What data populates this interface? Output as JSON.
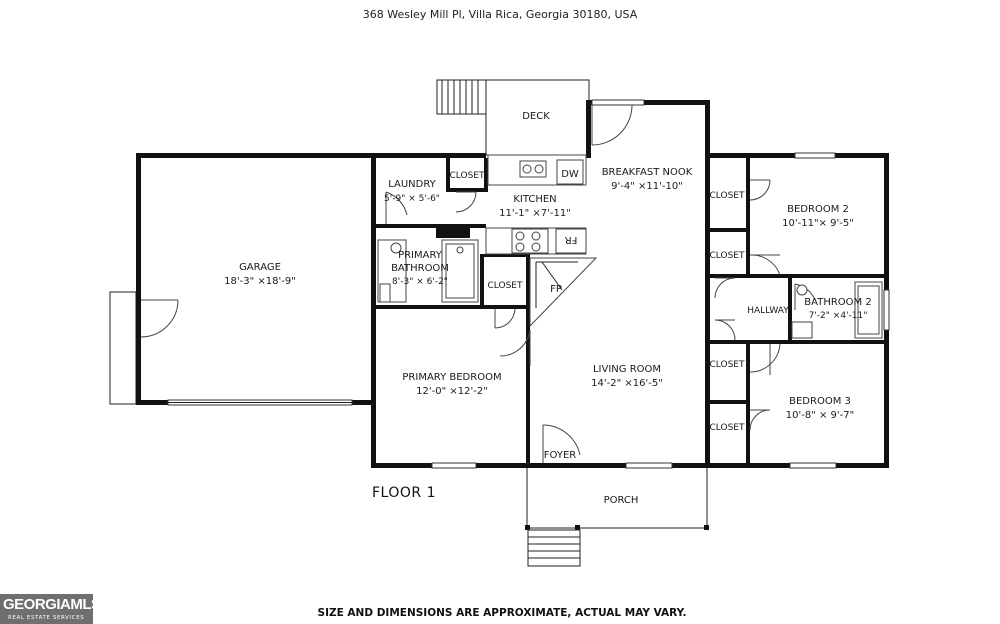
{
  "header": {
    "address": "368 Wesley Mill Pl, Villa Rica, Georgia 30180, USA"
  },
  "rooms": {
    "deck": {
      "name": "DECK"
    },
    "garage": {
      "name": "GARAGE",
      "dims": "18'-3\" ×18'-9\""
    },
    "laundry": {
      "name": "LAUNDRY",
      "dims": "5'-9\" × 5'-6\""
    },
    "closet_laundry": {
      "name": "CLOSET"
    },
    "kitchen": {
      "name": "KITCHEN",
      "dims": "11'-1\" ×7'-11\""
    },
    "breakfast_nook": {
      "name": "BREAKFAST NOOK",
      "dims": "9'-4\" ×11'-10\""
    },
    "primary_bathroom": {
      "name_line1": "PRIMARY",
      "name_line2": "BATHROOM",
      "dims": "8'-3\" × 6'-2\""
    },
    "closet_primary": {
      "name": "CLOSET"
    },
    "primary_bedroom": {
      "name": "PRIMARY BEDROOM",
      "dims": "12'-0\" ×12'-2\""
    },
    "living_room": {
      "name": "LIVING ROOM",
      "dims": "14'-2\" ×16'-5\""
    },
    "foyer": {
      "name": "FOYER"
    },
    "porch": {
      "name": "PORCH"
    },
    "closet_b2_upper": {
      "name": "CLOSET"
    },
    "closet_b2_lower": {
      "name": "CLOSET"
    },
    "bedroom2": {
      "name": "BEDROOM 2",
      "dims": "10'-11\"× 9'-5\""
    },
    "hallway": {
      "name": "HALLWAY"
    },
    "bathroom2": {
      "name": "BATHROOM 2",
      "dims": "7'-2\" ×4'-11\""
    },
    "closet_b3_upper": {
      "name": "CLOSET"
    },
    "closet_b3_lower": {
      "name": "CLOSET"
    },
    "bedroom3": {
      "name": "BEDROOM 3",
      "dims": "10'-8\" × 9'-7\""
    }
  },
  "fixtures": {
    "dw": "DW",
    "fr": "FR",
    "fp": "FP"
  },
  "floor_label": "FLOOR 1",
  "footer": {
    "disclaimer": "SIZE AND DIMENSIONS ARE APPROXIMATE, ACTUAL MAY VARY."
  },
  "logo": {
    "main": "GEORGIAMLS",
    "sub": "REAL ESTATE SERVICES"
  }
}
